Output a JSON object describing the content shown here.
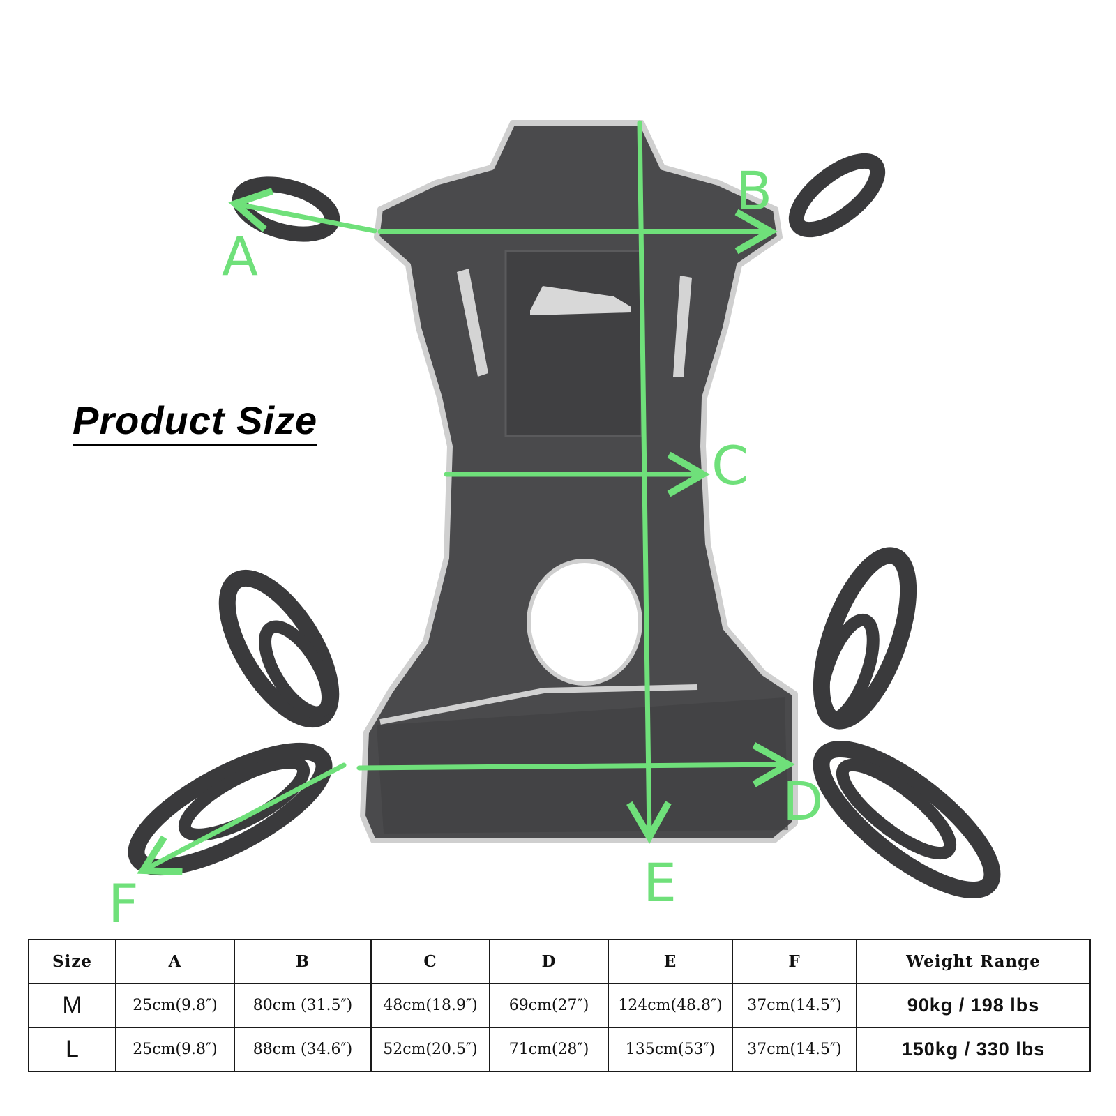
{
  "title": "Product Size",
  "labels": {
    "a": "A",
    "b": "B",
    "c": "C",
    "d": "D",
    "e": "E",
    "f": "F"
  },
  "colors": {
    "arrow": "#6fe07a",
    "fabric": "#4a4a4c",
    "trim": "#cfcfcf"
  },
  "table": {
    "headers": [
      "Size",
      "A",
      "B",
      "C",
      "D",
      "E",
      "F",
      "Weight Range"
    ],
    "rows": [
      {
        "size": "M",
        "a": "25cm(9.8″)",
        "b": "80cm (31.5″)",
        "c": "48cm(18.9″)",
        "d": "69cm(27″)",
        "e": "124cm(48.8″)",
        "f": "37cm(14.5″)",
        "weight": "90kg / 198 lbs"
      },
      {
        "size": "L",
        "a": "25cm(9.8″)",
        "b": "88cm (34.6″)",
        "c": "52cm(20.5″)",
        "d": "71cm(28″)",
        "e": "135cm(53″)",
        "f": "37cm(14.5″)",
        "weight": "150kg / 330 lbs"
      }
    ]
  }
}
